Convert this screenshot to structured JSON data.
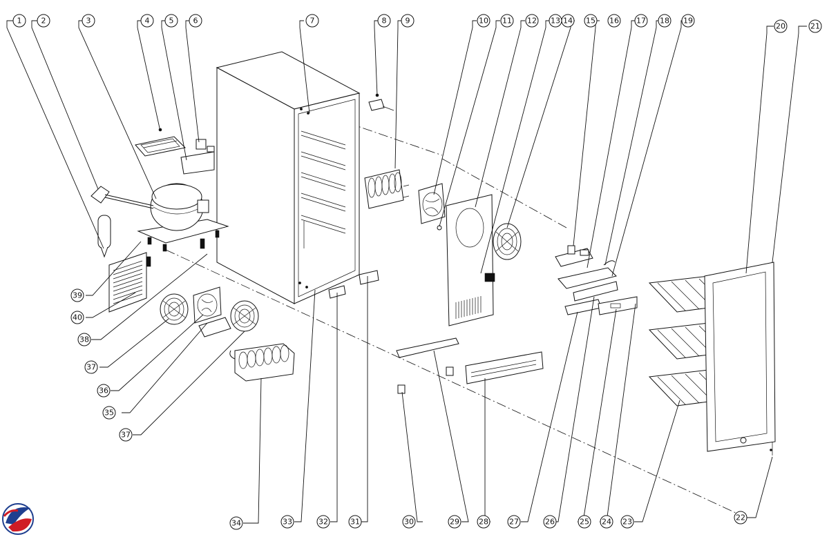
{
  "callouts": [
    "1",
    "2",
    "3",
    "4",
    "5",
    "6",
    "7",
    "8",
    "9",
    "10",
    "11",
    "12",
    "13",
    "14",
    "15",
    "16",
    "17",
    "18",
    "19",
    "20",
    "21",
    "22",
    "23",
    "24",
    "25",
    "26",
    "27",
    "28",
    "29",
    "30",
    "31",
    "32",
    "33",
    "34",
    "35",
    "36",
    "37",
    "37",
    "38",
    "39",
    "40"
  ],
  "brand_logo": {
    "name": "brand-logo",
    "colors": [
      "#d01c25",
      "#1f3f8f"
    ]
  }
}
